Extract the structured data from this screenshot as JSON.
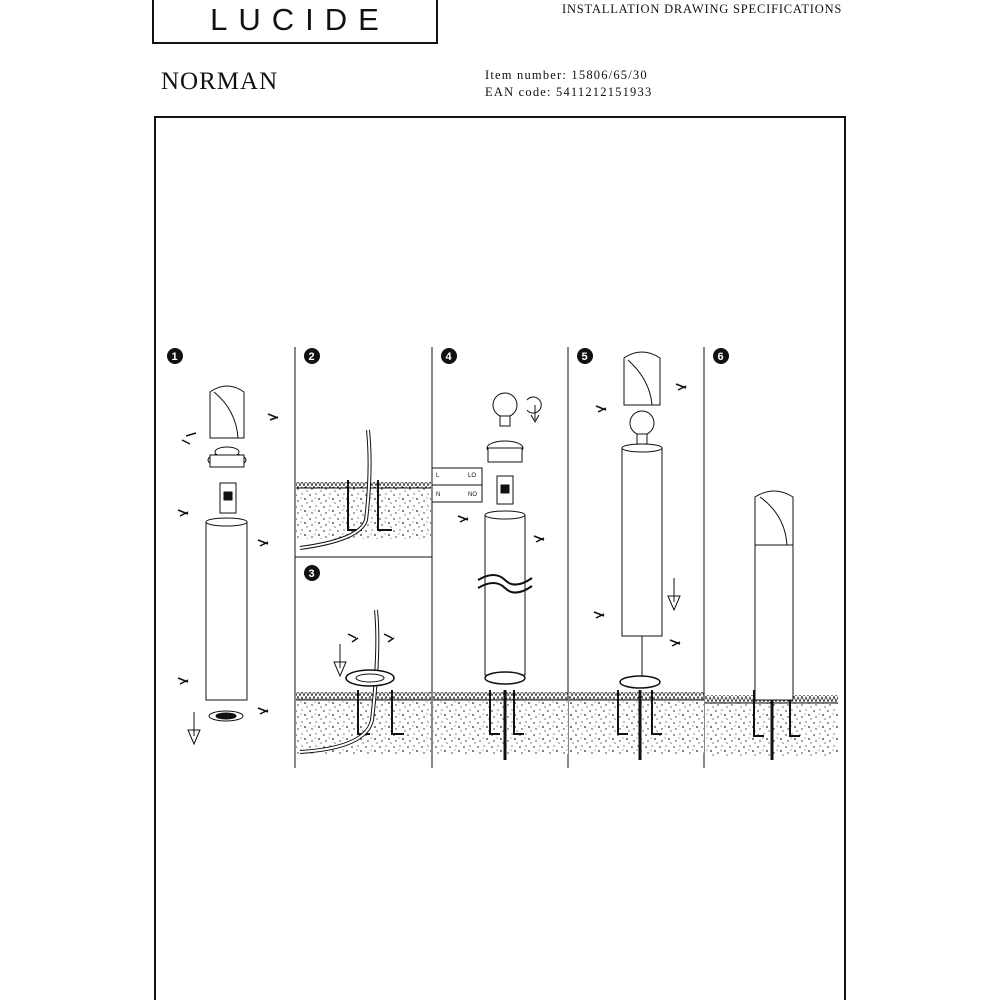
{
  "header": {
    "logo_text": "LUCIDE",
    "title": "INSTALLATION DRAWING SPECIFICATIONS"
  },
  "product": {
    "name": "NORMAN",
    "item_number_label": "Item number:",
    "item_number": "15806/65/30",
    "ean_label": "EAN code:",
    "ean": "5411212151933"
  },
  "steps": [
    {
      "number": "1",
      "icon": "disassembly-icon"
    },
    {
      "number": "2",
      "icon": "ground-cable-icon"
    },
    {
      "number": "3",
      "icon": "base-mount-icon"
    },
    {
      "number": "4",
      "icon": "wiring-bulb-icon"
    },
    {
      "number": "5",
      "icon": "body-assembly-icon"
    },
    {
      "number": "6",
      "icon": "finished-lamp-icon"
    }
  ],
  "wiring_labels": [
    "L",
    "N",
    "LO",
    "NO"
  ],
  "colors": {
    "ink": "#111111",
    "paper": "#ffffff"
  }
}
